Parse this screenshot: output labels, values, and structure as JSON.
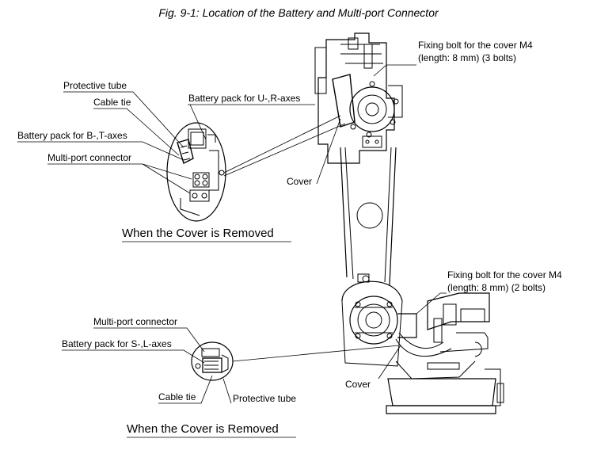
{
  "figure": {
    "title": "Fig. 9-1: Location of the Battery and Multi-port Connector"
  },
  "upper_detail": {
    "caption": "When the Cover is Removed",
    "labels": {
      "protective_tube": "Protective tube",
      "cable_tie": "Cable tie",
      "battery_bt": "Battery pack for B-,T-axes",
      "multiport": "Multi-port connector",
      "battery_ur": "Battery pack for U-,R-axes"
    }
  },
  "lower_detail": {
    "caption": "When the Cover is Removed",
    "labels": {
      "multiport": "Multi-port connector",
      "battery_sl": "Battery pack for S-,L-axes",
      "cable_tie": "Cable tie",
      "protective_tube": "Protective tube"
    }
  },
  "robot": {
    "labels": {
      "cover_upper": "Cover",
      "cover_lower": "Cover",
      "bolt_upper_line1": "Fixing bolt for the cover M4",
      "bolt_upper_line2": "(length: 8 mm) (3 bolts)",
      "bolt_lower_line1": "Fixing bolt for the cover M4",
      "bolt_lower_line2": "(length: 8 mm) (2 bolts)"
    }
  }
}
